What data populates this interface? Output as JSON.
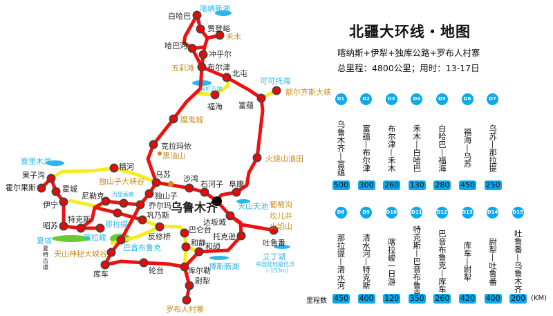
{
  "header": {
    "title": "北疆大环线・地图",
    "subtitle": "喀纳斯+伊犁+独库公路+罗布人村寨",
    "summary": "总里程：4800公里；用时：13-17日"
  },
  "colors": {
    "route": "#ee1111",
    "alt_route": "#f5ee1a",
    "station": "#ff0000",
    "badge": "#0aa8ec",
    "scenic": "#c8901e",
    "lake": "#2bb6ec",
    "grass": "#66cc33"
  },
  "map": {
    "labels": [
      {
        "text": "白哈巴",
        "kind": "station"
      },
      {
        "text": "喀纳斯湖",
        "kind": "lake"
      },
      {
        "text": "贾登峪",
        "kind": "station"
      },
      {
        "text": "禾木",
        "kind": "scenic"
      },
      {
        "text": "哈巴河",
        "kind": "station"
      },
      {
        "text": "冲乎尔",
        "kind": "station"
      },
      {
        "text": "五彩滩",
        "kind": "scenic"
      },
      {
        "text": "布尔津",
        "kind": "station"
      },
      {
        "text": "北屯",
        "kind": "station"
      },
      {
        "text": "乌伦古湖",
        "kind": "lake"
      },
      {
        "text": "福海",
        "kind": "station"
      },
      {
        "text": "富蕴",
        "kind": "station"
      },
      {
        "text": "可可托海",
        "kind": "lake"
      },
      {
        "text": "额尔齐斯大峡",
        "kind": "scenic"
      },
      {
        "text": "魔鬼城",
        "kind": "scenic"
      },
      {
        "text": "克拉玛依",
        "kind": "station"
      },
      {
        "text": "黑油山",
        "kind": "scenic"
      },
      {
        "text": "火烧山油田",
        "kind": "scenic"
      },
      {
        "text": "赛里木湖",
        "kind": "lake"
      },
      {
        "text": "精河",
        "kind": "station"
      },
      {
        "text": "果子沟",
        "kind": "station"
      },
      {
        "text": "霍尔果斯",
        "kind": "station"
      },
      {
        "text": "霍城",
        "kind": "station"
      },
      {
        "text": "伊宁",
        "kind": "station"
      },
      {
        "text": "独山子大峡谷",
        "kind": "scenic"
      },
      {
        "text": "百里画廊",
        "kind": "lake"
      },
      {
        "text": "乌苏",
        "kind": "station"
      },
      {
        "text": "沙湾",
        "kind": "station"
      },
      {
        "text": "石河子",
        "kind": "station"
      },
      {
        "text": "阜康",
        "kind": "station"
      },
      {
        "text": "尼勒克",
        "kind": "station"
      },
      {
        "text": "独山子",
        "kind": "station"
      },
      {
        "text": "乔尔玛",
        "kind": "station"
      },
      {
        "text": "乌鲁木齐",
        "kind": "city"
      },
      {
        "text": "巩乃斯",
        "kind": "station"
      },
      {
        "text": "达坂城",
        "kind": "station"
      },
      {
        "text": "天山天池",
        "kind": "lake"
      },
      {
        "text": "葡萄沟",
        "kind": "scenic"
      },
      {
        "text": "坎儿井",
        "kind": "scenic"
      },
      {
        "text": "火焰山",
        "kind": "scenic"
      },
      {
        "text": "特克斯",
        "kind": "station"
      },
      {
        "text": "那拉提",
        "kind": "lake"
      },
      {
        "text": "昭苏",
        "kind": "station"
      },
      {
        "text": "喀拉峻",
        "kind": "lake"
      },
      {
        "text": "夏塔",
        "kind": "lake"
      },
      {
        "text": "天山神秘大峡谷",
        "kind": "scenic"
      },
      {
        "text": "巴音布鲁克",
        "kind": "lake"
      },
      {
        "text": "反修桥",
        "kind": "station"
      },
      {
        "text": "巴仑台",
        "kind": "station"
      },
      {
        "text": "和静",
        "kind": "station"
      },
      {
        "text": "和硕",
        "kind": "station"
      },
      {
        "text": "托克逊",
        "kind": "station"
      },
      {
        "text": "吐鲁番",
        "kind": "station"
      },
      {
        "text": "艾丁湖",
        "kind": "lake"
      },
      {
        "text": "中国陆地最低点",
        "kind": "lake-small"
      },
      {
        "text": "(-153m)",
        "kind": "lake-small"
      },
      {
        "text": "博斯腾湖",
        "kind": "lake"
      },
      {
        "text": "库尔勒",
        "kind": "station"
      },
      {
        "text": "轮台",
        "kind": "station"
      },
      {
        "text": "库车",
        "kind": "station"
      },
      {
        "text": "尉犁",
        "kind": "station"
      },
      {
        "text": "罗布人村寨",
        "kind": "scenic"
      }
    ],
    "vertical_label": [
      "夏",
      "特",
      "古",
      "道"
    ]
  },
  "itinerary": {
    "row1": [
      {
        "day": "D1",
        "route": "乌鲁木齐—富蕴",
        "km": "500"
      },
      {
        "day": "D2",
        "route": "富蕴—布尔津",
        "km": "300"
      },
      {
        "day": "D3",
        "route": "布尔津—禾木",
        "km": "260"
      },
      {
        "day": "D4",
        "route": "禾木—白哈巴",
        "km": "130"
      },
      {
        "day": "D5",
        "route": "白哈巴—福海",
        "km": "280"
      },
      {
        "day": "D6",
        "route": "福海—乌苏",
        "km": "450"
      },
      {
        "day": "D7",
        "route": "乌苏—那拉提",
        "km": "250"
      }
    ],
    "row2": [
      {
        "day": "D8",
        "route": "那拉提—清水河",
        "km": "450"
      },
      {
        "day": "D9",
        "route": "清水河—特克斯",
        "km": "400"
      },
      {
        "day": "D10",
        "route": "喀拉峻一日游",
        "km": "120"
      },
      {
        "day": "D11",
        "route": "特克斯—巴音布鲁克",
        "km": "350"
      },
      {
        "day": "D12",
        "route": "巴音布鲁克—库车",
        "km": "260"
      },
      {
        "day": "D13",
        "route": "库车—尉犁",
        "km": "420"
      },
      {
        "day": "D14",
        "route": "尉犁—吐鲁番",
        "km": "400"
      },
      {
        "day": "D15",
        "route": "吐鲁番—乌鲁木齐",
        "km": "200"
      }
    ],
    "distance_label": "里程数",
    "unit": "(KM)"
  }
}
